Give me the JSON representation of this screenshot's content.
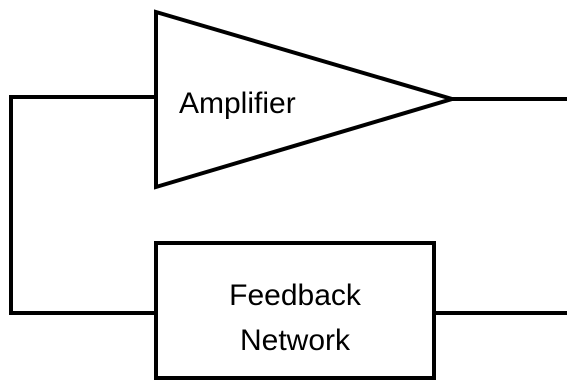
{
  "diagram": {
    "amplifier": {
      "label": "Amplifier"
    },
    "feedback": {
      "label_line1": "Feedback",
      "label_line2": "Network"
    }
  },
  "colors": {
    "stroke": "#000000",
    "background": "#ffffff"
  }
}
